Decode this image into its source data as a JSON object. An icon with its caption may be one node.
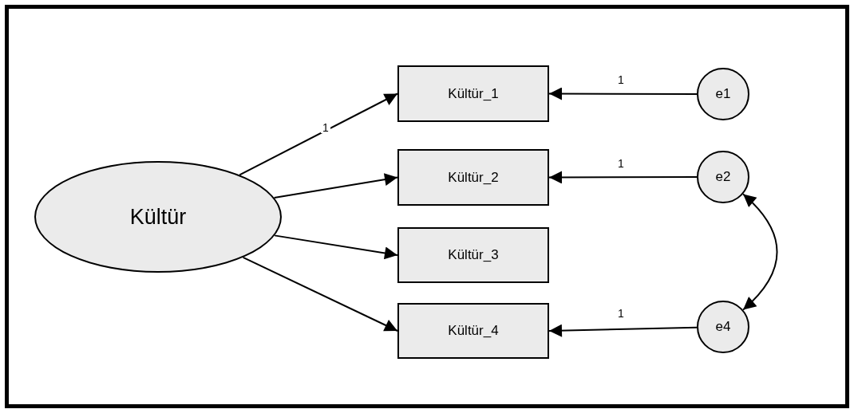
{
  "diagram": {
    "nodes": [
      {
        "text": [
          "Kültür"
        ]
      },
      {
        "text": [
          "Kültür_1"
        ]
      },
      {
        "text": [
          "Kültür_2"
        ]
      },
      {
        "text": [
          "Kültür_3"
        ]
      },
      {
        "text": [
          "Kültür_4"
        ]
      },
      {
        "text": [
          "e1"
        ]
      },
      {
        "text": [
          "e2"
        ]
      },
      {
        "text": [
          "e4"
        ]
      }
    ],
    "edges": [
      {
        "from": 0,
        "to": 1,
        "arrow": "to",
        "label": "1"
      },
      {
        "from": 0,
        "to": 2,
        "arrow": "to"
      },
      {
        "from": 0,
        "to": 3,
        "arrow": "to"
      },
      {
        "from": 0,
        "to": 4,
        "arrow": "to"
      },
      {
        "from": 5,
        "to": 1,
        "arrow": "to",
        "label": "1"
      },
      {
        "from": 6,
        "to": 2,
        "arrow": "to",
        "label": "1"
      },
      {
        "from": 7,
        "to": 4,
        "arrow": "to",
        "label": "1"
      },
      {
        "from": 6,
        "to": 7,
        "arrow": "both"
      }
    ]
  }
}
